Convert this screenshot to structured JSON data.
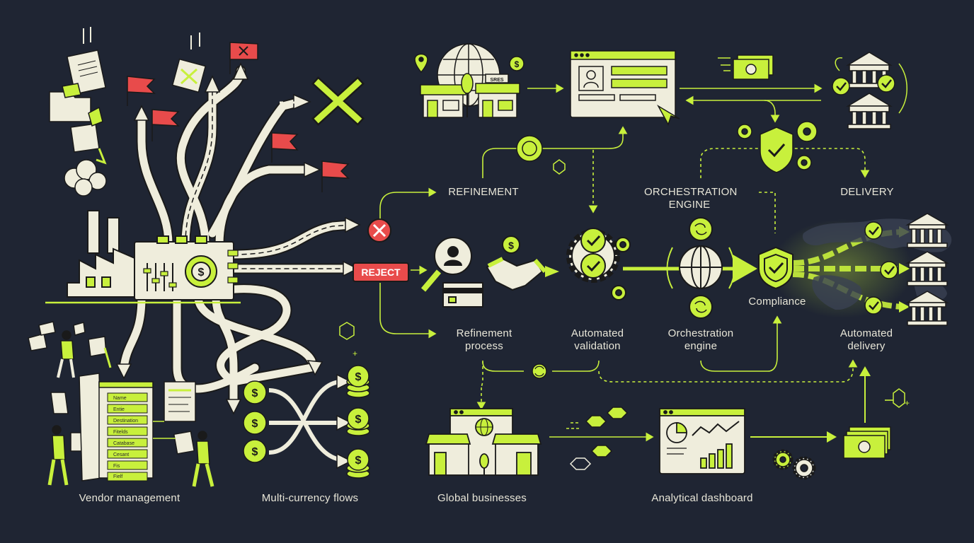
{
  "labels": {
    "refinement": "REFINEMENT",
    "orchestration_engine_top": "ORCHESTRATION\nENGINE",
    "delivery": "DELIVERY",
    "reject": "REJECT",
    "refinement_process": "Refinement\nprocess",
    "automated_validation": "Automated\nvalidation",
    "orchestration_engine": "Orchestration\nengine",
    "compliance": "Compliance",
    "automated_delivery": "Automated\ndelivery",
    "vendor_management": "Vendor management",
    "multi_currency_flows": "Multi-currency flows",
    "global_businesses": "Global businesses",
    "analytical_dashboard": "Analytical dashboard",
    "store_sign": "SRES"
  },
  "database_fields": [
    "Name",
    "Entie",
    "Destination",
    "Fitelds",
    "Catabase",
    "Cesant",
    "Fis",
    "Fielf"
  ],
  "colors": {
    "background": "#1f2533",
    "accent": "#c8f03c",
    "cream": "#efeddc",
    "red": "#e84b4b",
    "outline": "#1a1a1a"
  }
}
